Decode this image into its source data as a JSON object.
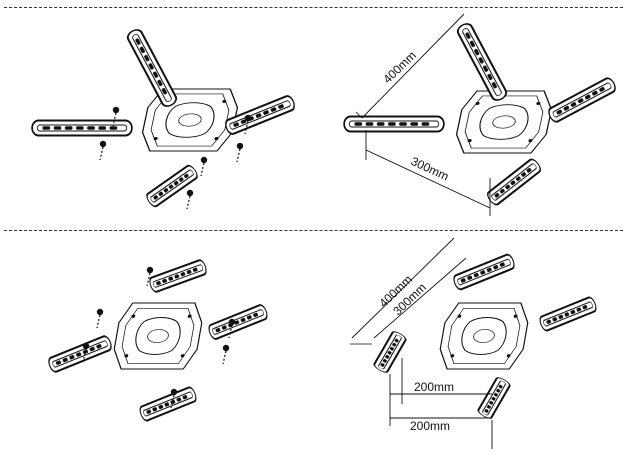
{
  "figure": {
    "panels": [
      {
        "id": "top-left",
        "arm_layout": "x-long-vertical",
        "screws": "shown",
        "dimension_labels": []
      },
      {
        "id": "top-right",
        "arm_layout": "x-long-vertical",
        "screws": "hidden",
        "dimension_labels": [
          "400mm",
          "300mm"
        ]
      },
      {
        "id": "bottom-left",
        "arm_layout": "compact-horizontal",
        "screws": "shown",
        "dimension_labels": []
      },
      {
        "id": "bottom-right",
        "arm_layout": "compact-horizontal",
        "screws": "hidden",
        "dimension_labels": [
          "400mm",
          "300mm",
          "200mm",
          "200mm"
        ]
      }
    ],
    "colors": {
      "line": "#111111",
      "background": "#ffffff"
    }
  }
}
